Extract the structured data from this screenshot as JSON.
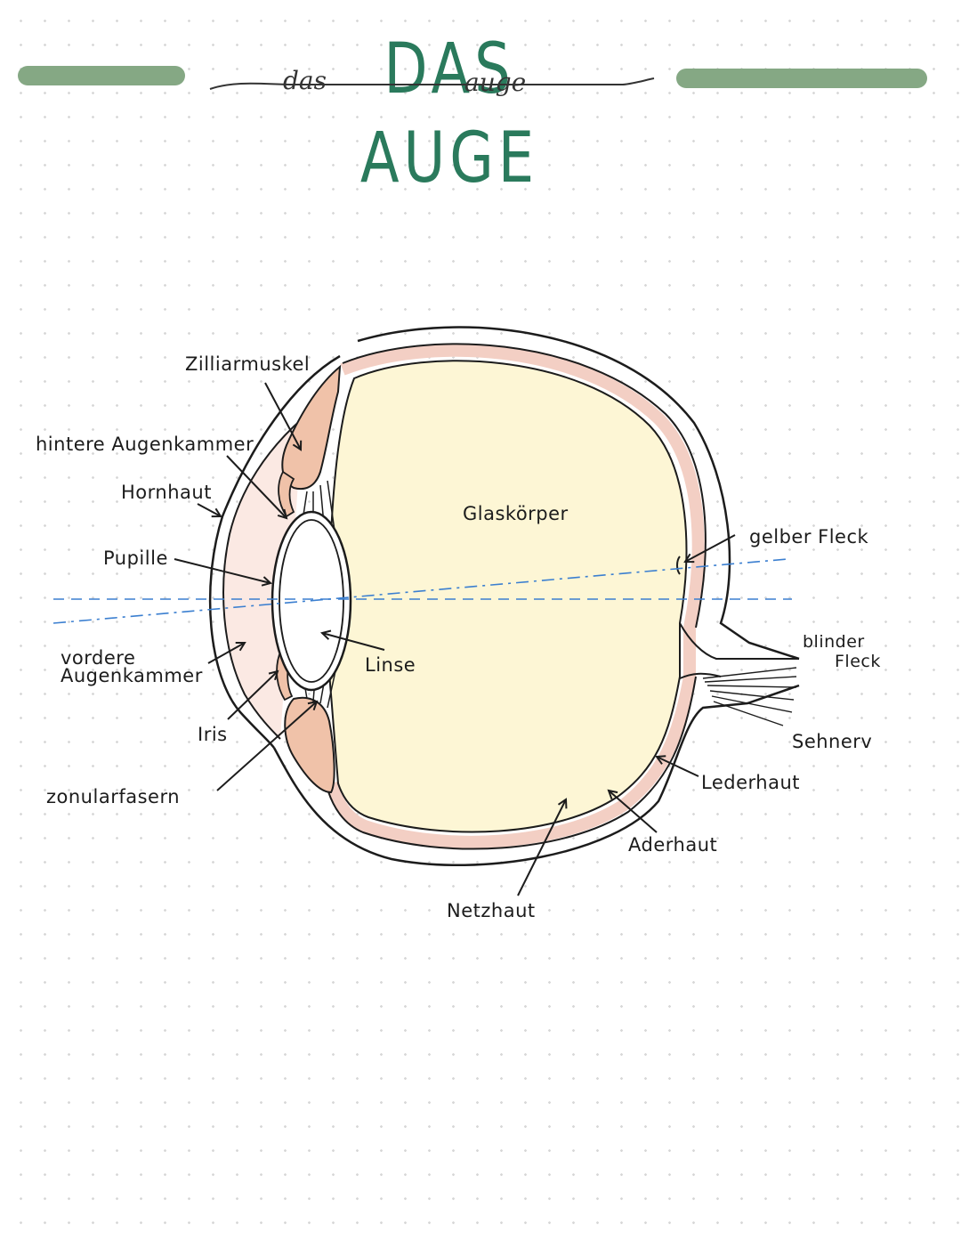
{
  "title": {
    "text": "DAS AUGE",
    "script_left": "das",
    "script_right": "auge",
    "bar_color": "#85a884",
    "title_color": "#2a7a5c"
  },
  "colors": {
    "vitreous": "#fdf6d5",
    "tissue_pink": "#f3cfc4",
    "tissue_light": "#fbe6df",
    "muscle": "#f0c2a9",
    "axis_blue": "#3b7fd0",
    "ink": "#1c1c1c"
  },
  "labels": {
    "zilliarmuskel": "Zilliarmuskel",
    "hintere_augenkammer": "hintere Augenkammer",
    "hornhaut": "Hornhaut",
    "pupille": "Pupille",
    "vordere_augenkammer_1": "vordere",
    "vordere_augenkammer_2": "Augenkammer",
    "iris": "Iris",
    "zonularfasern": "zonularfasern",
    "glaskoerper": "Glaskörper",
    "gelber_fleck": "gelber Fleck",
    "linse": "Linse",
    "blinder_fleck_1": "blinder",
    "blinder_fleck_2": "Fleck",
    "sehnerv": "Sehnerv",
    "lederhaut": "Lederhaut",
    "aderhaut": "Aderhaut",
    "netzhaut": "Netzhaut"
  }
}
